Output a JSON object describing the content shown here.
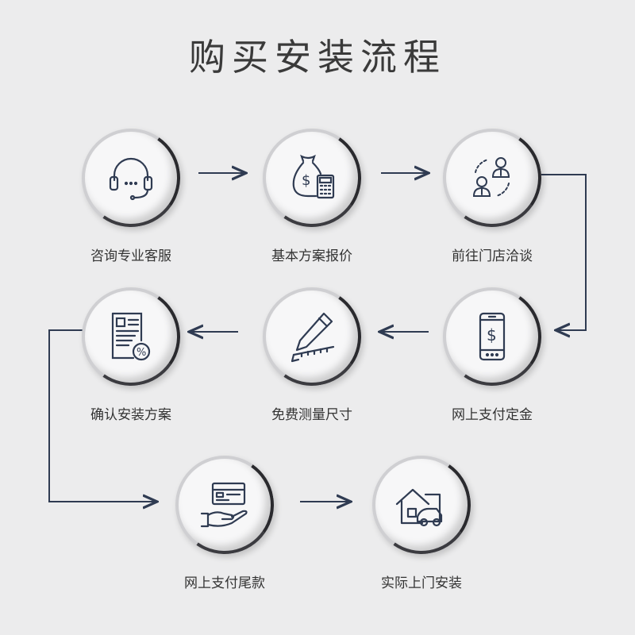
{
  "title": "购买安装流程",
  "steps": [
    {
      "label": "咨询专业客服",
      "icon": "headset-icon"
    },
    {
      "label": "基本方案报价",
      "icon": "money-bag-calculator-icon"
    },
    {
      "label": "前往门店洽谈",
      "icon": "meeting-people-icon"
    },
    {
      "label": "网上支付定金",
      "icon": "smartphone-payment-icon"
    },
    {
      "label": "免费测量尺寸",
      "icon": "pencil-ruler-icon"
    },
    {
      "label": "确认安装方案",
      "icon": "document-percent-icon"
    },
    {
      "label": "网上支付尾款",
      "icon": "card-payment-hand-icon"
    },
    {
      "label": "实际上门安装",
      "icon": "house-car-icon"
    }
  ],
  "colors": {
    "arrow": "#2f3b52",
    "icon": "#2f3b52"
  }
}
